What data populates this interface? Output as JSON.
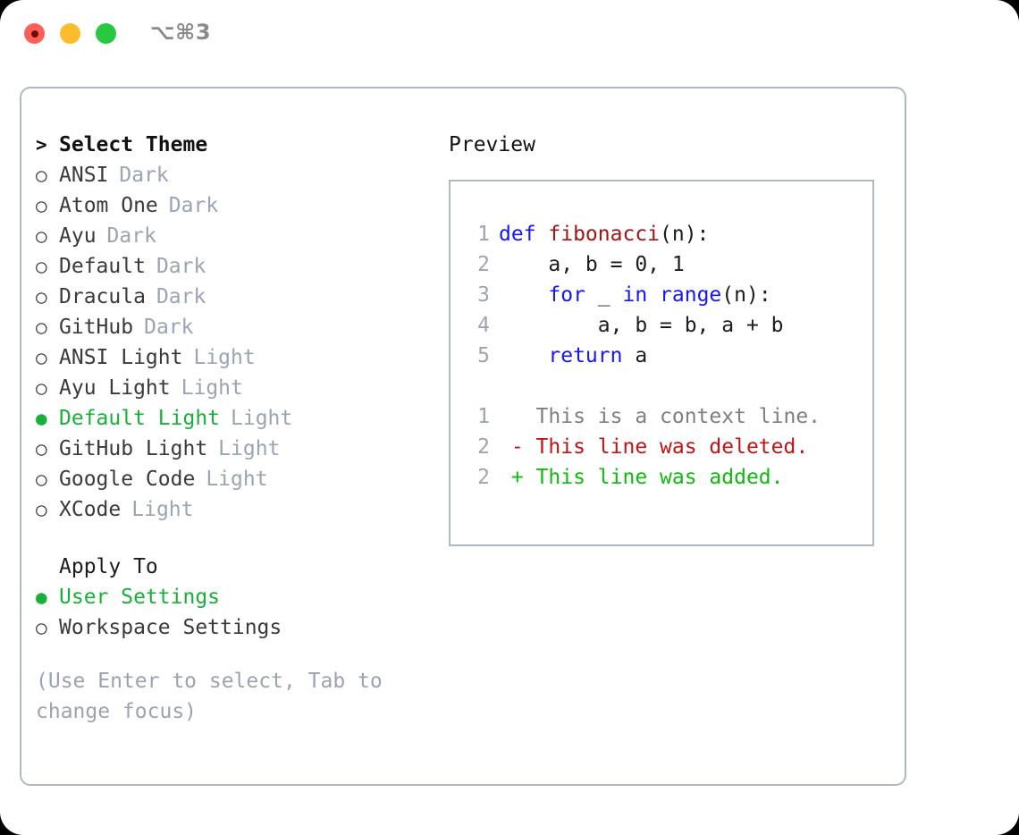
{
  "window": {
    "shortcut": "⌥⌘3",
    "traffic_lights": [
      {
        "name": "close-button",
        "color": "#ff5f57"
      },
      {
        "name": "minimize-button",
        "color": "#fdbc2e"
      },
      {
        "name": "maximize-button",
        "color": "#28c840"
      }
    ]
  },
  "theme_picker": {
    "heading": {
      "marker": ">",
      "label": "Select Theme"
    },
    "markers": {
      "selected": "●",
      "unselected": "○"
    },
    "items": [
      {
        "marker": "○",
        "label": "ANSI",
        "badge": "Dark",
        "selected": false
      },
      {
        "marker": "○",
        "label": "Atom One",
        "badge": "Dark",
        "selected": false
      },
      {
        "marker": "○",
        "label": "Ayu",
        "badge": "Dark",
        "selected": false
      },
      {
        "marker": "○",
        "label": "Default",
        "badge": "Dark",
        "selected": false
      },
      {
        "marker": "○",
        "label": "Dracula",
        "badge": "Dark",
        "selected": false
      },
      {
        "marker": "○",
        "label": "GitHub",
        "badge": "Dark",
        "selected": false
      },
      {
        "marker": "○",
        "label": "ANSI Light",
        "badge": "Light",
        "selected": false
      },
      {
        "marker": "○",
        "label": "Ayu Light",
        "badge": "Light",
        "selected": false
      },
      {
        "marker": "●",
        "label": "Default Light",
        "badge": "Light",
        "selected": true
      },
      {
        "marker": "○",
        "label": "GitHub Light",
        "badge": "Light",
        "selected": false
      },
      {
        "marker": "○",
        "label": "Google Code",
        "badge": "Light",
        "selected": false
      },
      {
        "marker": "○",
        "label": "XCode",
        "badge": "Light",
        "selected": false
      }
    ]
  },
  "apply_to": {
    "heading": "Apply To",
    "items": [
      {
        "marker": "●",
        "label": "User Settings",
        "selected": true
      },
      {
        "marker": "○",
        "label": "Workspace Settings",
        "selected": false
      }
    ]
  },
  "hint": "(Use Enter to select, Tab to change focus)",
  "preview": {
    "title": "Preview",
    "code_lines": [
      {
        "no": "1",
        "segments": [
          {
            "text": "def ",
            "style": "kw"
          },
          {
            "text": "fibonacci",
            "style": "fn"
          },
          {
            "text": "(n):",
            "style": "plain"
          }
        ]
      },
      {
        "no": "2",
        "segments": [
          {
            "text": "    a, b = 0, 1",
            "style": "plain"
          }
        ]
      },
      {
        "no": "3",
        "segments": [
          {
            "text": "    ",
            "style": "plain"
          },
          {
            "text": "for",
            "style": "kw"
          },
          {
            "text": " _ ",
            "style": "plain"
          },
          {
            "text": "in",
            "style": "kw"
          },
          {
            "text": " ",
            "style": "plain"
          },
          {
            "text": "range",
            "style": "kw"
          },
          {
            "text": "(n):",
            "style": "plain"
          }
        ]
      },
      {
        "no": "4",
        "segments": [
          {
            "text": "        a, b = b, a + b",
            "style": "plain"
          }
        ]
      },
      {
        "no": "5",
        "segments": [
          {
            "text": "    ",
            "style": "plain"
          },
          {
            "text": "return",
            "style": "kw"
          },
          {
            "text": " a",
            "style": "plain"
          }
        ]
      },
      {
        "no": "",
        "segments": []
      },
      {
        "no": "1",
        "segments": [
          {
            "text": "   This is a context line.",
            "style": "ctx"
          }
        ]
      },
      {
        "no": "2",
        "segments": [
          {
            "text": " - This line was deleted.",
            "style": "del"
          }
        ]
      },
      {
        "no": "2",
        "segments": [
          {
            "text": " + This line was added.",
            "style": "add"
          }
        ]
      }
    ]
  },
  "colors": {
    "accent_green": "#18b038",
    "muted": "#9ba4b3",
    "border": "#aeb8c4",
    "keyword": "#1414ff",
    "function": "#a31515",
    "diff_added": "#12b812",
    "diff_deleted": "#c11414"
  }
}
